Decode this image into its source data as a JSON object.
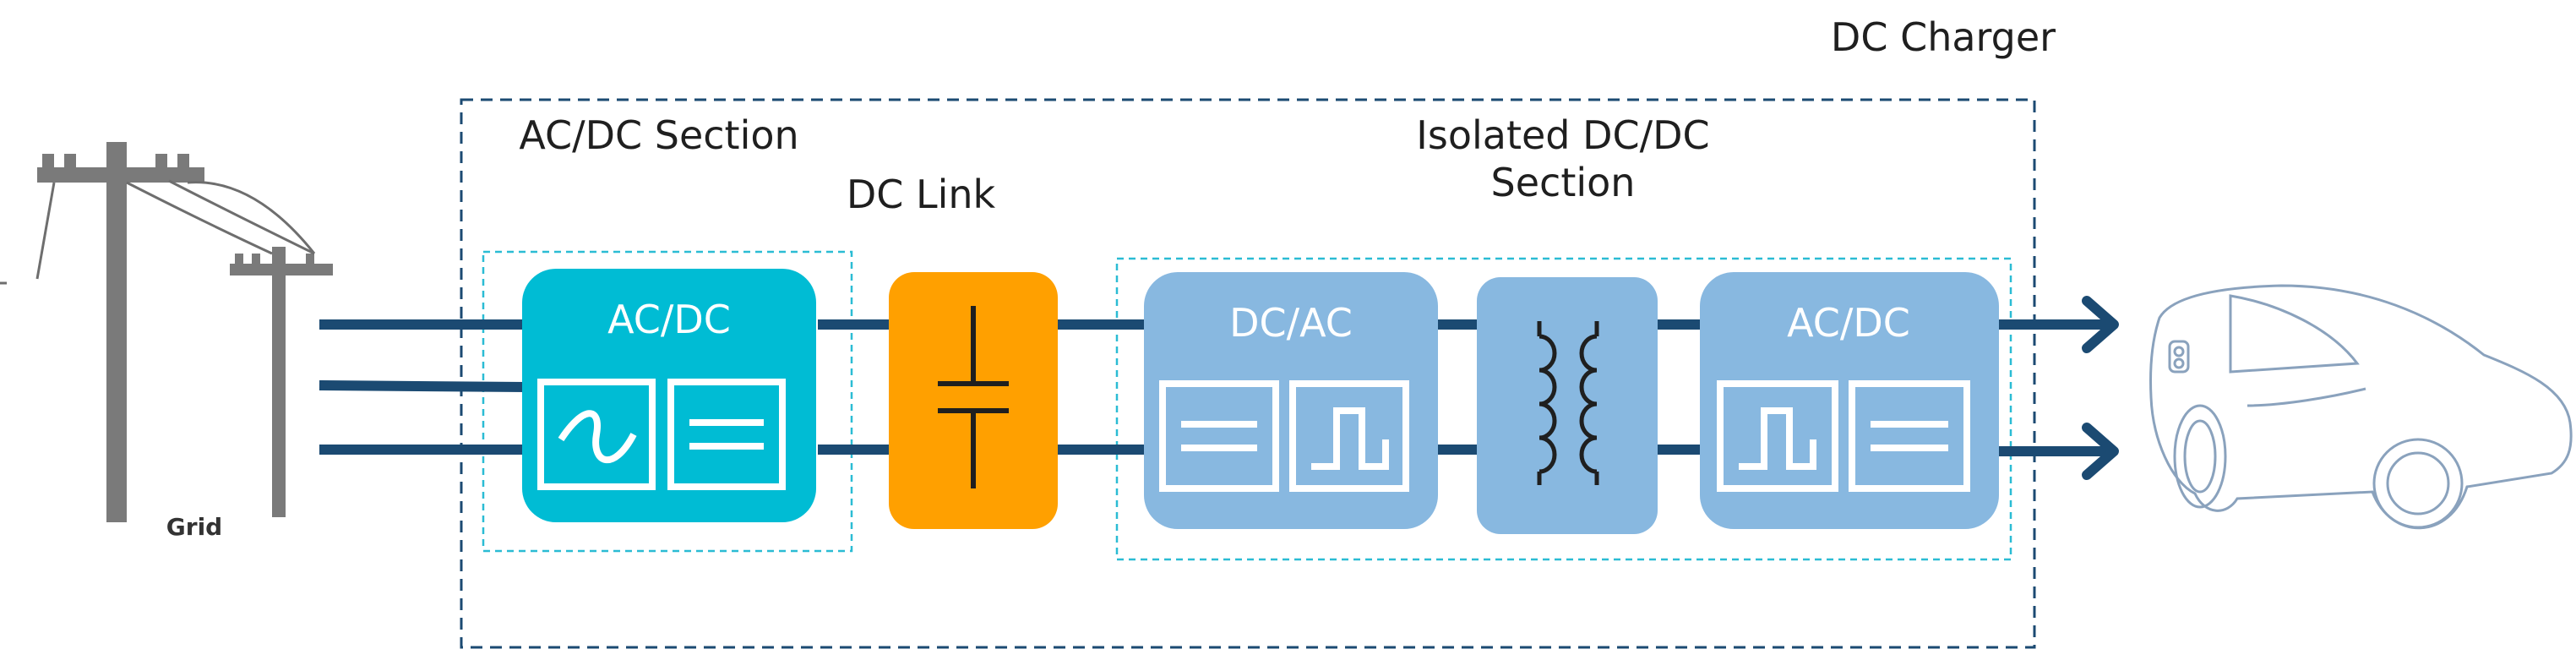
{
  "labels": {
    "dc_charger": "DC Charger",
    "ac_dc_section": "AC/DC Section",
    "dc_link": "DC Link",
    "isolated_section_line1": "Isolated DC/DC",
    "isolated_section_line2": "Section",
    "grid": "Grid"
  },
  "blocks": {
    "ac_dc_input": "AC/DC",
    "dc_ac": "DC/AC",
    "ac_dc_output": "AC/DC"
  },
  "icons": [
    "utility-pole-icon",
    "sine-wave-icon",
    "dc-symbol-icon",
    "capacitor-icon",
    "square-wave-icon",
    "transformer-icon",
    "electric-car-icon",
    "arrow-icon"
  ],
  "colors": {
    "line": "#1b4a72",
    "acdc_block": "#00bcd4",
    "capacitor_block": "#ffa000",
    "isolated_block": "#88b8e0",
    "dashed_outer": "#1b4a72",
    "dashed_inner": "#2bbcd4",
    "car_outline": "#8aa2bd"
  }
}
